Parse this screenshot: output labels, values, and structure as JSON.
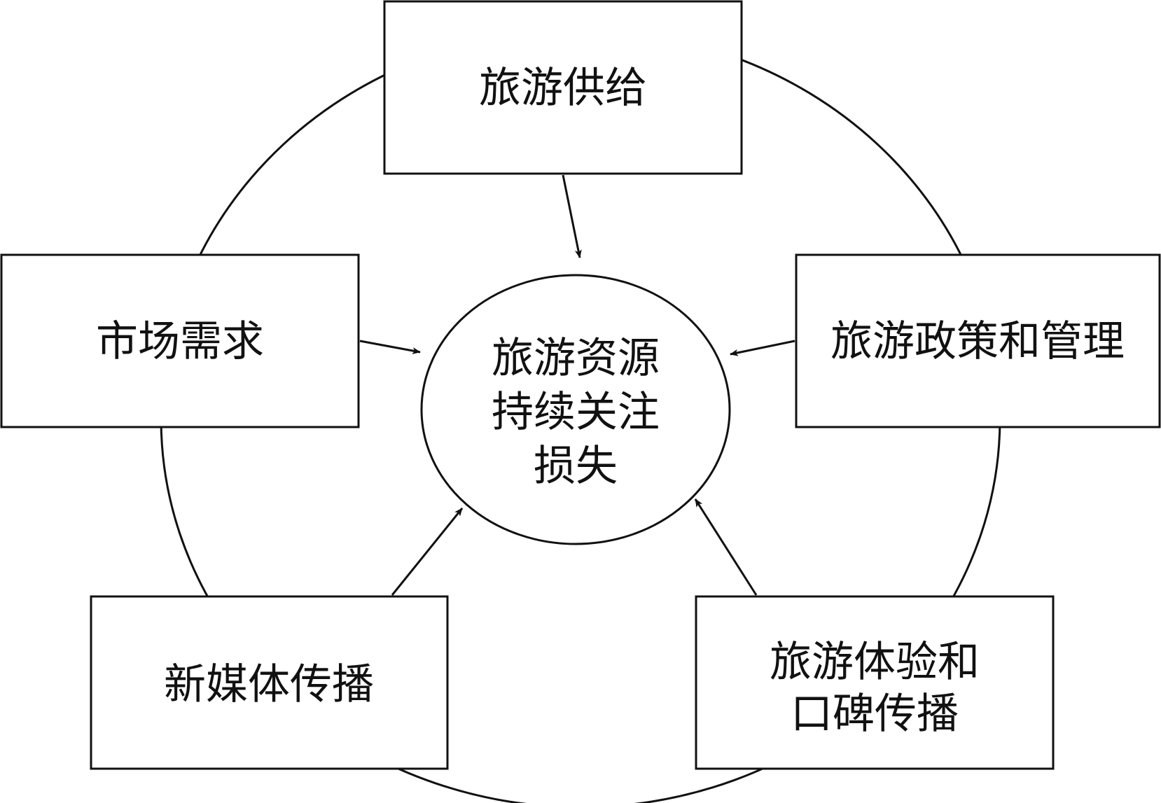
{
  "center": {
    "lines": [
      "旅游资源",
      "持续关注",
      "损失"
    ]
  },
  "factors": {
    "top": {
      "lines": [
        "旅游供给"
      ]
    },
    "left": {
      "lines": [
        "市场需求"
      ]
    },
    "right": {
      "lines": [
        "旅游政策和管理"
      ]
    },
    "bottom_left": {
      "lines": [
        "新媒体传播"
      ]
    },
    "bottom_right": {
      "lines": [
        "旅游体验和",
        "口碑传播"
      ]
    }
  },
  "colors": {
    "stroke": "#111111",
    "background": "#ffffff"
  }
}
